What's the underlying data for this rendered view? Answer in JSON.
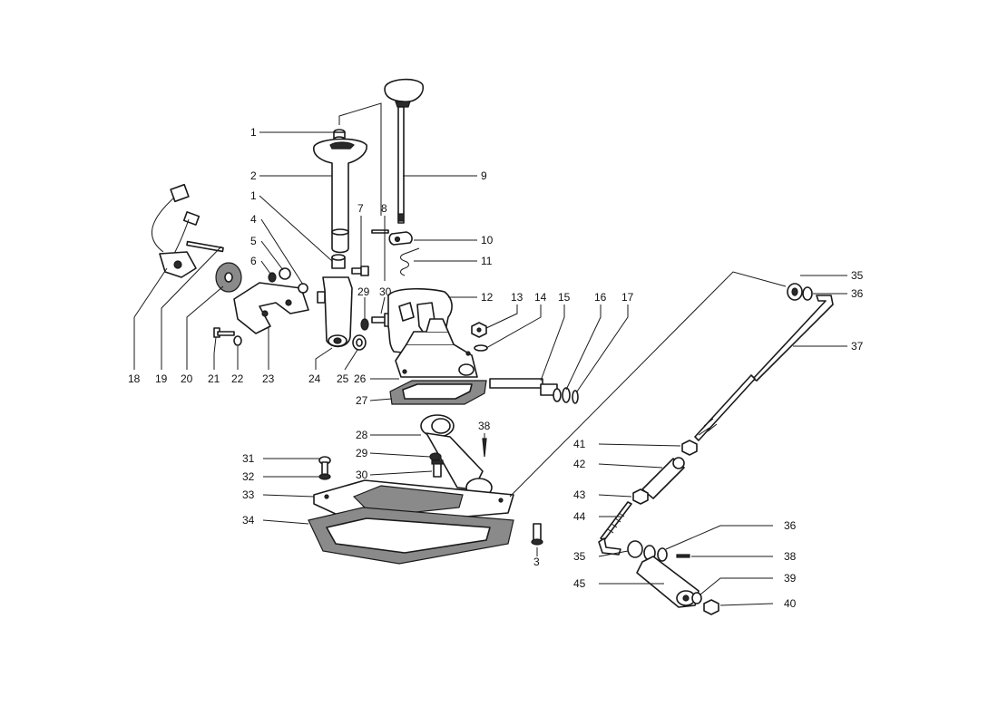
{
  "callouts": [
    {
      "id": "c1a",
      "label": "1"
    },
    {
      "id": "c2",
      "label": "2"
    },
    {
      "id": "c1b",
      "label": "1"
    },
    {
      "id": "c4",
      "label": "4"
    },
    {
      "id": "c5",
      "label": "5"
    },
    {
      "id": "c6",
      "label": "6"
    },
    {
      "id": "c7",
      "label": "7"
    },
    {
      "id": "c8",
      "label": "8"
    },
    {
      "id": "c9",
      "label": "9"
    },
    {
      "id": "c10",
      "label": "10"
    },
    {
      "id": "c11",
      "label": "11"
    },
    {
      "id": "c12",
      "label": "12"
    },
    {
      "id": "c13",
      "label": "13"
    },
    {
      "id": "c14",
      "label": "14"
    },
    {
      "id": "c15",
      "label": "15"
    },
    {
      "id": "c16",
      "label": "16"
    },
    {
      "id": "c17",
      "label": "17"
    },
    {
      "id": "c18",
      "label": "18"
    },
    {
      "id": "c19",
      "label": "19"
    },
    {
      "id": "c20",
      "label": "20"
    },
    {
      "id": "c21",
      "label": "21"
    },
    {
      "id": "c22",
      "label": "22"
    },
    {
      "id": "c23",
      "label": "23"
    },
    {
      "id": "c24",
      "label": "24"
    },
    {
      "id": "c25",
      "label": "25"
    },
    {
      "id": "c26",
      "label": "26"
    },
    {
      "id": "c27",
      "label": "27"
    },
    {
      "id": "c28",
      "label": "28"
    },
    {
      "id": "c29a",
      "label": "29"
    },
    {
      "id": "c30a",
      "label": "30"
    },
    {
      "id": "c29b",
      "label": "29"
    },
    {
      "id": "c30b",
      "label": "30"
    },
    {
      "id": "c31",
      "label": "31"
    },
    {
      "id": "c32",
      "label": "32"
    },
    {
      "id": "c33",
      "label": "33"
    },
    {
      "id": "c34",
      "label": "34"
    },
    {
      "id": "c3",
      "label": "3"
    },
    {
      "id": "c35a",
      "label": "35"
    },
    {
      "id": "c36a",
      "label": "36"
    },
    {
      "id": "c37",
      "label": "37"
    },
    {
      "id": "c38a",
      "label": "38"
    },
    {
      "id": "c41",
      "label": "41"
    },
    {
      "id": "c42",
      "label": "42"
    },
    {
      "id": "c43",
      "label": "43"
    },
    {
      "id": "c44",
      "label": "44"
    },
    {
      "id": "c36b",
      "label": "36"
    },
    {
      "id": "c38b",
      "label": "38"
    },
    {
      "id": "c35b",
      "label": "35"
    },
    {
      "id": "c39",
      "label": "39"
    },
    {
      "id": "c45",
      "label": "45"
    },
    {
      "id": "c40",
      "label": "40"
    }
  ]
}
